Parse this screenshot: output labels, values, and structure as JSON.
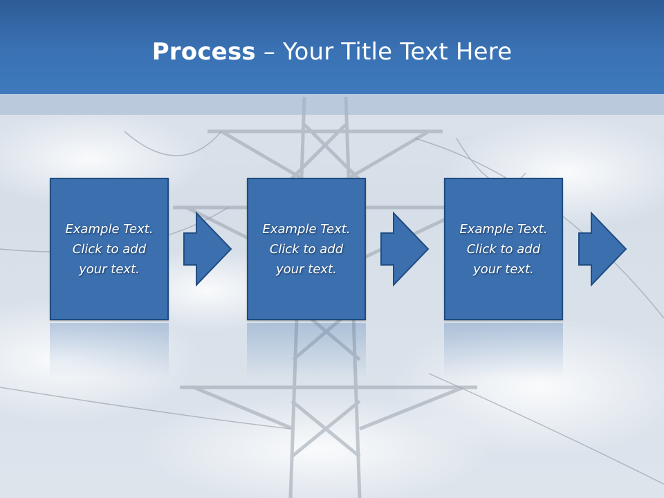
{
  "slide": {
    "title_bold": "Process",
    "title_rest": " – Your Title Text Here"
  },
  "steps": [
    {
      "text": "Example Text.\nClick  to add\nyour text."
    },
    {
      "text": "Example Text.\nClick  to add\nyour text."
    },
    {
      "text": "Example Text.\nClick  to add\nyour text."
    }
  ],
  "colors": {
    "title_bar": "#3a72b4",
    "box_fill": "#3b6fae",
    "box_border": "#1f4c82"
  }
}
